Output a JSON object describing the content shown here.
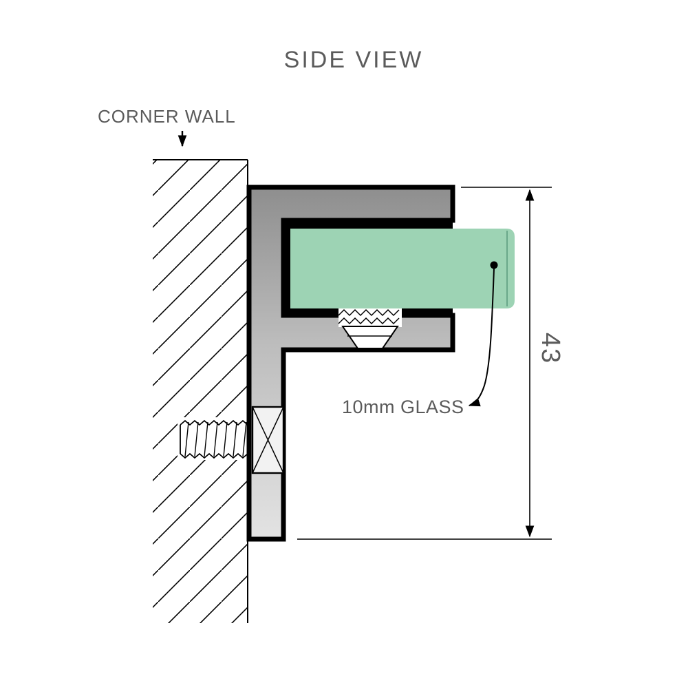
{
  "title": "SIDE VIEW",
  "annotations": {
    "corner_wall": "CORNER WALL",
    "glass": "10mm GLASS",
    "dimension_height": "43"
  },
  "colors": {
    "label_gray": "#5b5b5b",
    "glass_green": "#9dd3b4",
    "glass_edge": "#6aa88a",
    "metal_dark": "#8e8e8e",
    "metal_mid": "#bdbdbd",
    "metal_light": "#e3e3e3",
    "line_black": "#000000"
  }
}
